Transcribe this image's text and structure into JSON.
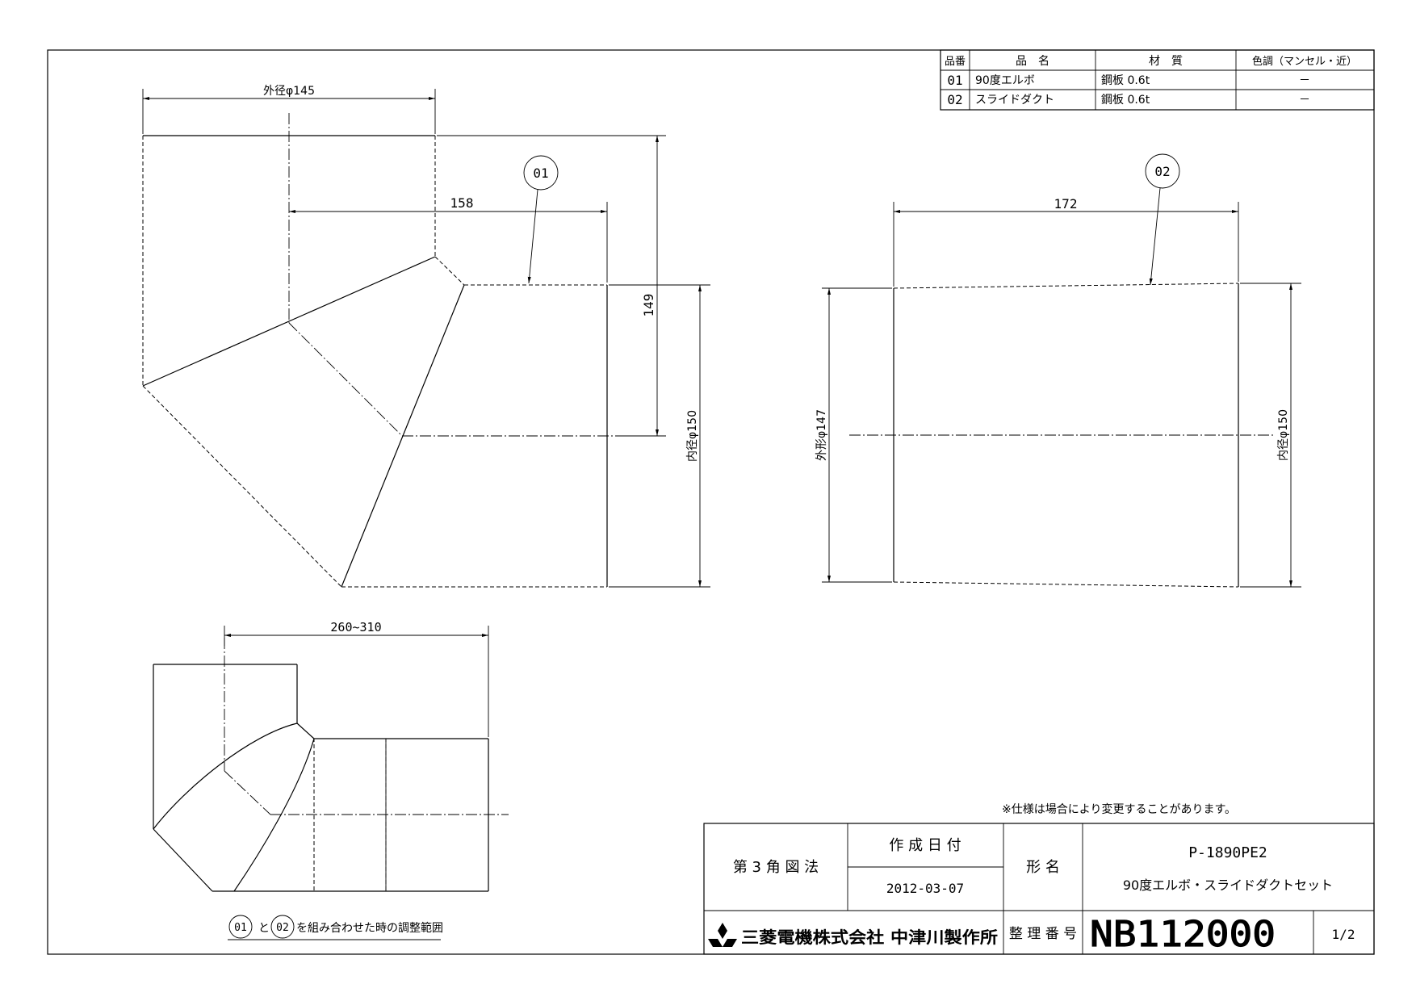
{
  "parts_table": {
    "headers": [
      "品番",
      "品　名",
      "材　質",
      "色調（マンセル・近）"
    ],
    "rows": [
      {
        "no": "01",
        "name": "90度エルボ",
        "material": "鋼板 0.6t",
        "color": "－"
      },
      {
        "no": "02",
        "name": "スライドダクト",
        "material": "鋼板 0.6t",
        "color": "－"
      }
    ]
  },
  "elbow_view": {
    "callout": "01",
    "dim_outer_dia": "外径φ145",
    "dim_158": "158",
    "dim_149": "149",
    "dim_inner_dia": "内径φ150"
  },
  "slide_view": {
    "callout": "02",
    "dim_172": "172",
    "dim_outer_dia": "外形φ147",
    "dim_inner_dia": "内径φ150"
  },
  "assembly_view": {
    "dim_range": "260~310",
    "caption_c1": "01",
    "caption_mid": "と",
    "caption_c2": "02",
    "caption_end": "を組み合わせた時の調整範囲"
  },
  "note": "※仕様は場合により変更することがあります。",
  "title_block": {
    "projection": "第 3 角 図 法",
    "created_label": "作 成 日 付",
    "created_date": "2012-03-07",
    "model_label": "形 名",
    "model": "P-1890PE2",
    "product_name": "90度エルボ・スライドダクトセット",
    "company": "三菱電機株式会社 中津川製作所",
    "ref_label": "整 理 番 号",
    "ref_number": "NB112000",
    "sheet": "1/2"
  }
}
